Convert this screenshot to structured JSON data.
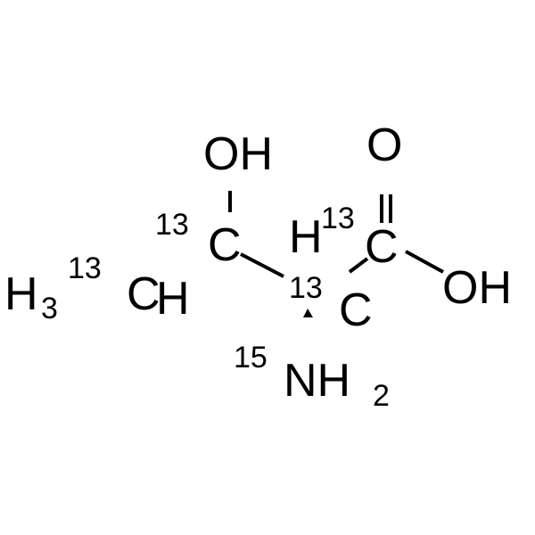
{
  "molecule": {
    "labels": {
      "methyl_h": "H",
      "methyl_sub": "3",
      "methyl_iso": "13",
      "methyl_c": "C",
      "methyl_h2": "H",
      "c3_iso": "13",
      "c3": "C",
      "oh_top": "OH",
      "c2_iso": "13",
      "c2": "C",
      "h_c2": "H",
      "c1_iso": "13",
      "c1": "C",
      "o_carbonyl": "O",
      "oh_acid": "OH",
      "n_iso": "15",
      "nh": "NH",
      "nh_sub": "2"
    }
  }
}
